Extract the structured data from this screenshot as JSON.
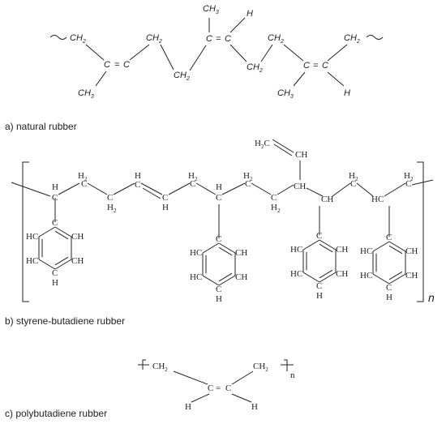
{
  "captions": {
    "natural": "a) natural rubber",
    "sbr": "b) styrene-butadiene rubber",
    "pbr": "c) polybutadiene rubber"
  },
  "atoms": {
    "ch2": "CH",
    "ch3": "CH",
    "c": "C",
    "h": "H",
    "hc": "HC",
    "ch": "CH",
    "h2": "H",
    "two": "2",
    "three": "3",
    "n": "n",
    "eq": "="
  }
}
